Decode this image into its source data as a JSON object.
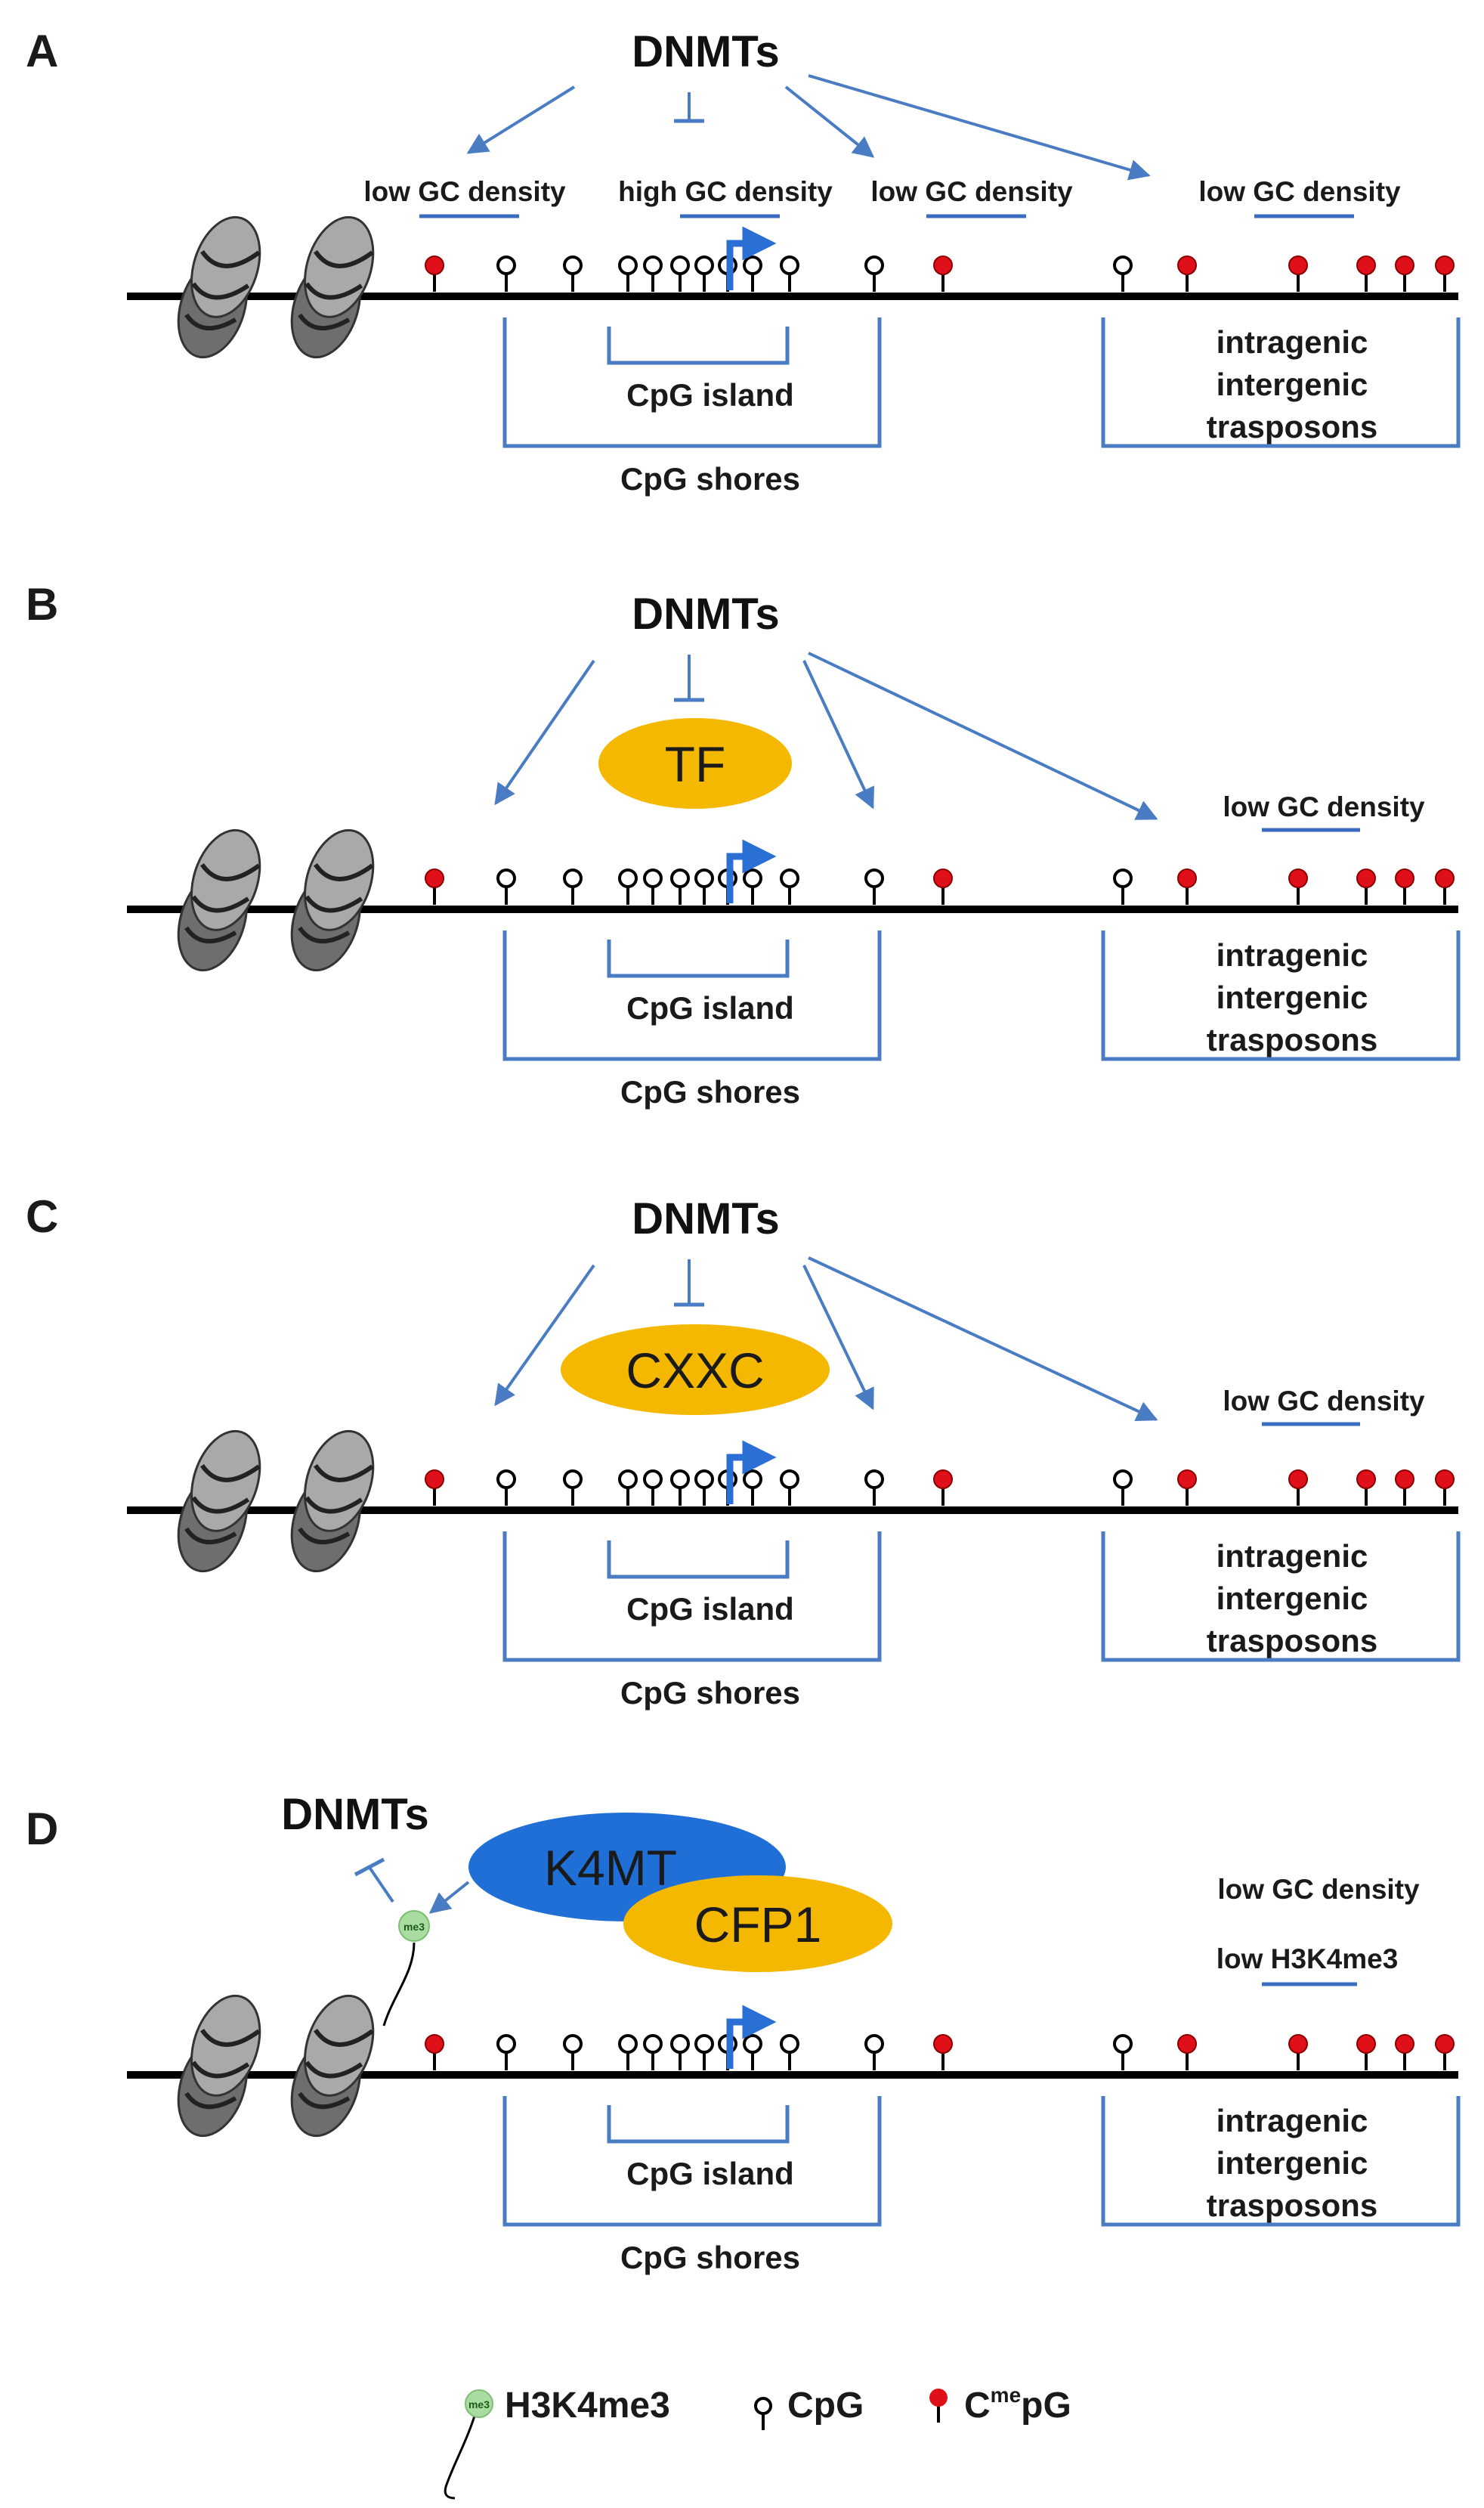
{
  "panels": [
    {
      "letter": "A",
      "dnmts": "DNMTs",
      "regions": [
        "low GC density",
        "high GC density",
        "low GC density",
        "low GC density"
      ],
      "island": "CpG island",
      "shores": "CpG shores",
      "genomic": [
        "intragenic",
        "intergenic",
        "trasposons"
      ]
    },
    {
      "letter": "B",
      "dnmts": "DNMTs",
      "protein": "TF",
      "region_right": "low GC density",
      "island": "CpG island",
      "shores": "CpG shores",
      "genomic": [
        "intragenic",
        "intergenic",
        "trasposons"
      ]
    },
    {
      "letter": "C",
      "dnmts": "DNMTs",
      "protein": "CXXC",
      "region_right": "low GC density",
      "island": "CpG island",
      "shores": "CpG shores",
      "genomic": [
        "intragenic",
        "intergenic",
        "trasposons"
      ]
    },
    {
      "letter": "D",
      "dnmts": "DNMTs",
      "protein_top": "K4MT",
      "protein_bottom": "CFP1",
      "mark": "me3",
      "region_right_1": "low GC density",
      "region_right_2": "low H3K4me3",
      "island": "CpG island",
      "shores": "CpG shores",
      "genomic": [
        "intragenic",
        "intergenic",
        "trasposons"
      ]
    }
  ],
  "legend": {
    "h3k4me3_mark": "me3",
    "h3k4me3": "H3K4me3",
    "cpg": "CpG",
    "cmepg_c": "C",
    "cmepg_sup": "me",
    "cmepg_g": "pG"
  },
  "colors": {
    "arrow": "#4a7cc4",
    "methylated": "#e0101a",
    "tf_yellow": "#f5b800",
    "k4mt_blue": "#1f6fd6",
    "h3k4me3_green": "#a9dca0",
    "nucleosome": "#8a8a8a"
  }
}
